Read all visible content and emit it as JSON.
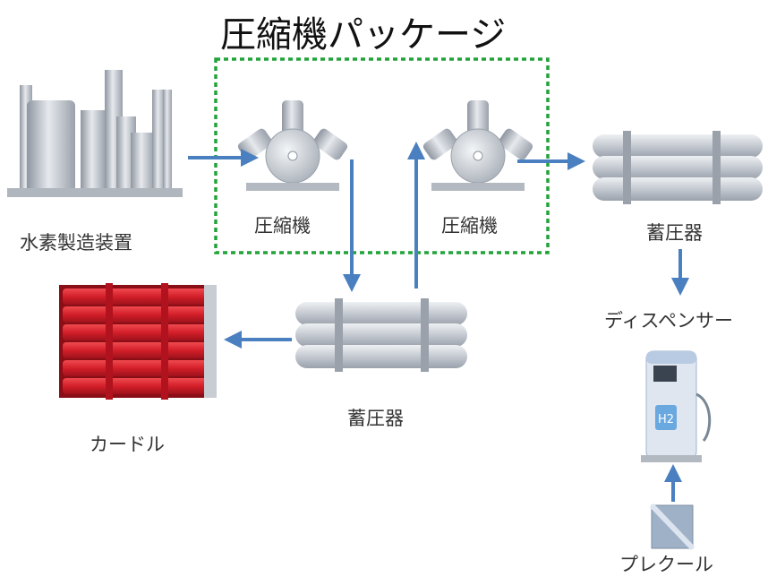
{
  "title": "圧縮機パッケージ",
  "labels": {
    "plant": "水素製造装置",
    "compressor_1": "圧縮機",
    "compressor_2": "圧縮機",
    "accumulator_right": "蓄圧器",
    "accumulator_center": "蓄圧器",
    "curdle": "カードル",
    "dispenser": "ディスペンサー",
    "precool": "プレクール"
  },
  "dispenser_badge": "H2",
  "colors": {
    "arrow": "#4a7fc0",
    "package_border": "#22a33a",
    "tank": "#c9ced6",
    "curdle": "#d8202c"
  }
}
